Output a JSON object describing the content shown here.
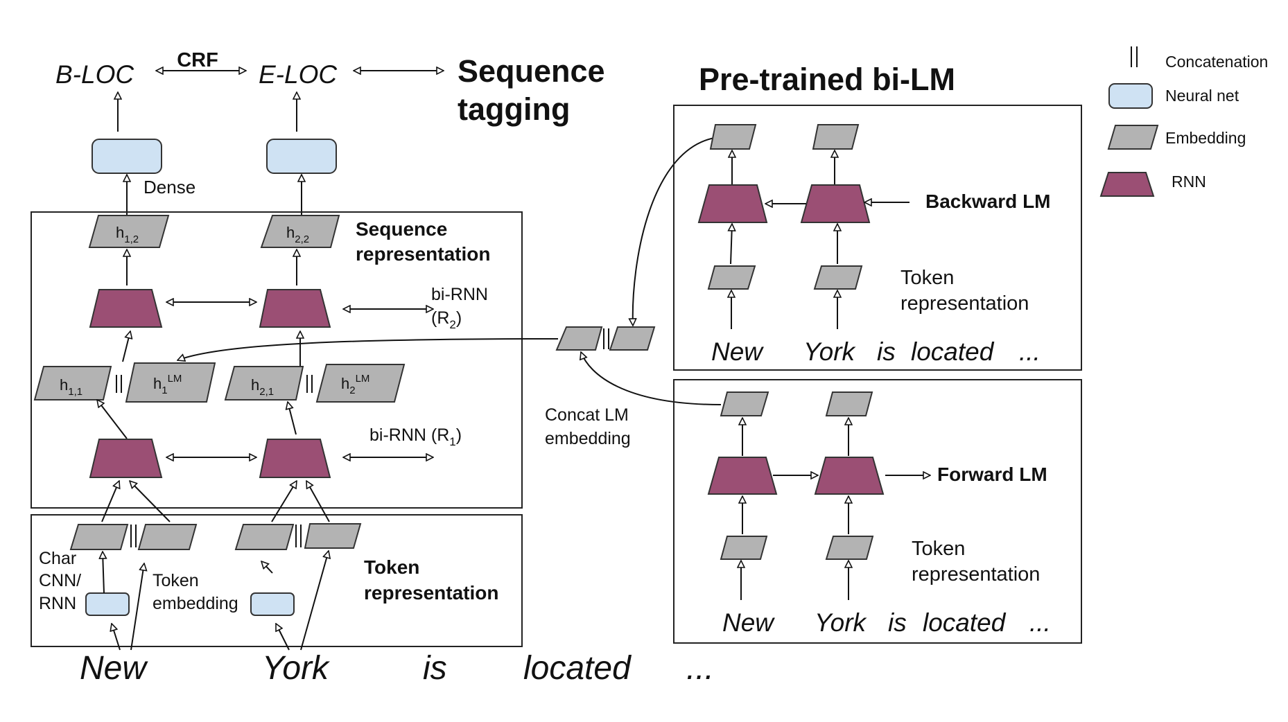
{
  "legend": {
    "concatenation": "Concatenation",
    "neural_net": "Neural net",
    "embedding": "Embedding",
    "rnn": "RNN"
  },
  "tagging": {
    "tag1": "B-LOC",
    "tag2": "E-LOC",
    "crf": "CRF",
    "title_line1": "Sequence",
    "title_line2": "tagging",
    "dense": "Dense"
  },
  "seq_rep": {
    "title_line1": "Sequence",
    "title_line2": "representation",
    "h12": "h",
    "h12_sub": "1,2",
    "h22": "h",
    "h22_sub": "2,2",
    "h11": "h",
    "h11_sub": "1,1",
    "h21": "h",
    "h21_sub": "2,1",
    "h1lm": "h",
    "h1lm_sub": "1",
    "h1lm_sup": "LM",
    "h2lm": "h",
    "h2lm_sub": "2",
    "h2lm_sup": "LM",
    "birnn2_line1": "bi-RNN",
    "birnn2_line2_a": "(R",
    "birnn2_sub": "2",
    "birnn2_line2_b": ")",
    "birnn1_a": "bi-RNN (R",
    "birnn1_sub": "1",
    "birnn1_b": ")"
  },
  "token_rep": {
    "title_line1": "Token",
    "title_line2": "representation",
    "char1": "Char",
    "char2": "CNN/",
    "char3": "RNN",
    "token1": "Token",
    "token2": "embedding"
  },
  "words": [
    "New",
    "York",
    "is",
    "located",
    "..."
  ],
  "concat_lm": {
    "line1": "Concat LM",
    "line2": "embedding"
  },
  "bilm": {
    "title": "Pre-trained bi-LM",
    "backward": "Backward LM",
    "forward": "Forward LM",
    "token_line1": "Token",
    "token_line2": "representation",
    "w1": "New",
    "w2": "York",
    "w3": "is",
    "w4": "located",
    "w5": "..."
  },
  "colors": {
    "embedding": "#b3b3b3",
    "neural_net": "#cfe2f3",
    "rnn": "#9b4f74"
  }
}
